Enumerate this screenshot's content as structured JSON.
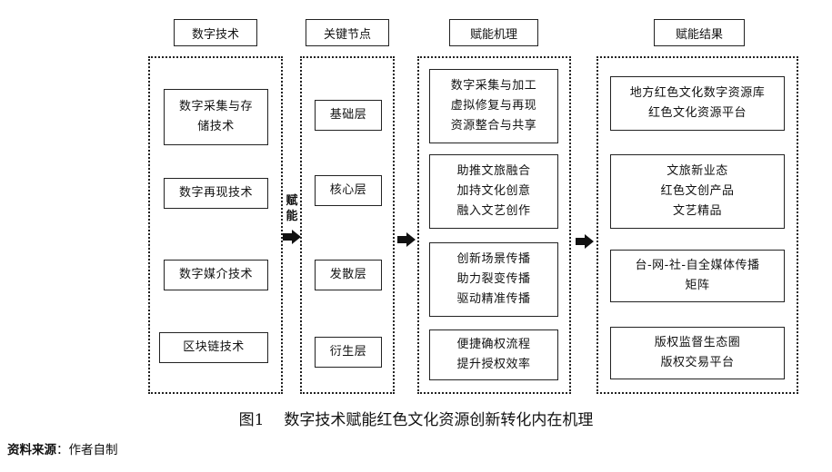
{
  "columns": [
    {
      "header": "数字技术",
      "items": [
        {
          "lines": [
            "数字采集与存",
            "储技术"
          ]
        },
        {
          "lines": [
            "数字再现技术"
          ]
        },
        {
          "lines": [
            "数字媒介技术"
          ]
        },
        {
          "lines": [
            "区块链技术"
          ]
        }
      ]
    },
    {
      "header": "关键节点",
      "items": [
        {
          "lines": [
            "基础层"
          ]
        },
        {
          "lines": [
            "核心层"
          ]
        },
        {
          "lines": [
            "发散层"
          ]
        },
        {
          "lines": [
            "衍生层"
          ]
        }
      ]
    },
    {
      "header": "赋能机理",
      "items": [
        {
          "lines": [
            "数字采集与加工",
            "虚拟修复与再现",
            "资源整合与共享"
          ]
        },
        {
          "lines": [
            "助推文旅融合",
            "加持文化创意",
            "融入文艺创作"
          ]
        },
        {
          "lines": [
            "创新场景传播",
            "助力裂变传播",
            "驱动精准传播"
          ]
        },
        {
          "lines": [
            "便捷确权流程",
            "提升授权效率"
          ]
        }
      ]
    },
    {
      "header": "赋能结果",
      "items": [
        {
          "lines": [
            "地方红色文化数字资源库",
            "红色文化资源平台"
          ]
        },
        {
          "lines": [
            "文旅新业态",
            "红色文创产品",
            "文艺精品"
          ]
        },
        {
          "lines": [
            "台-网-社-自全媒体传播",
            "矩阵"
          ]
        },
        {
          "lines": [
            "版权监督生态圈",
            "版权交易平台"
          ]
        }
      ]
    }
  ],
  "connector_label": [
    "赋",
    "能"
  ],
  "caption": {
    "number": "图1",
    "title": "数字技术赋能红色文化资源创新转化内在机理"
  },
  "source": {
    "label": "资料来源",
    "separator": "：",
    "text": "作者自制"
  }
}
